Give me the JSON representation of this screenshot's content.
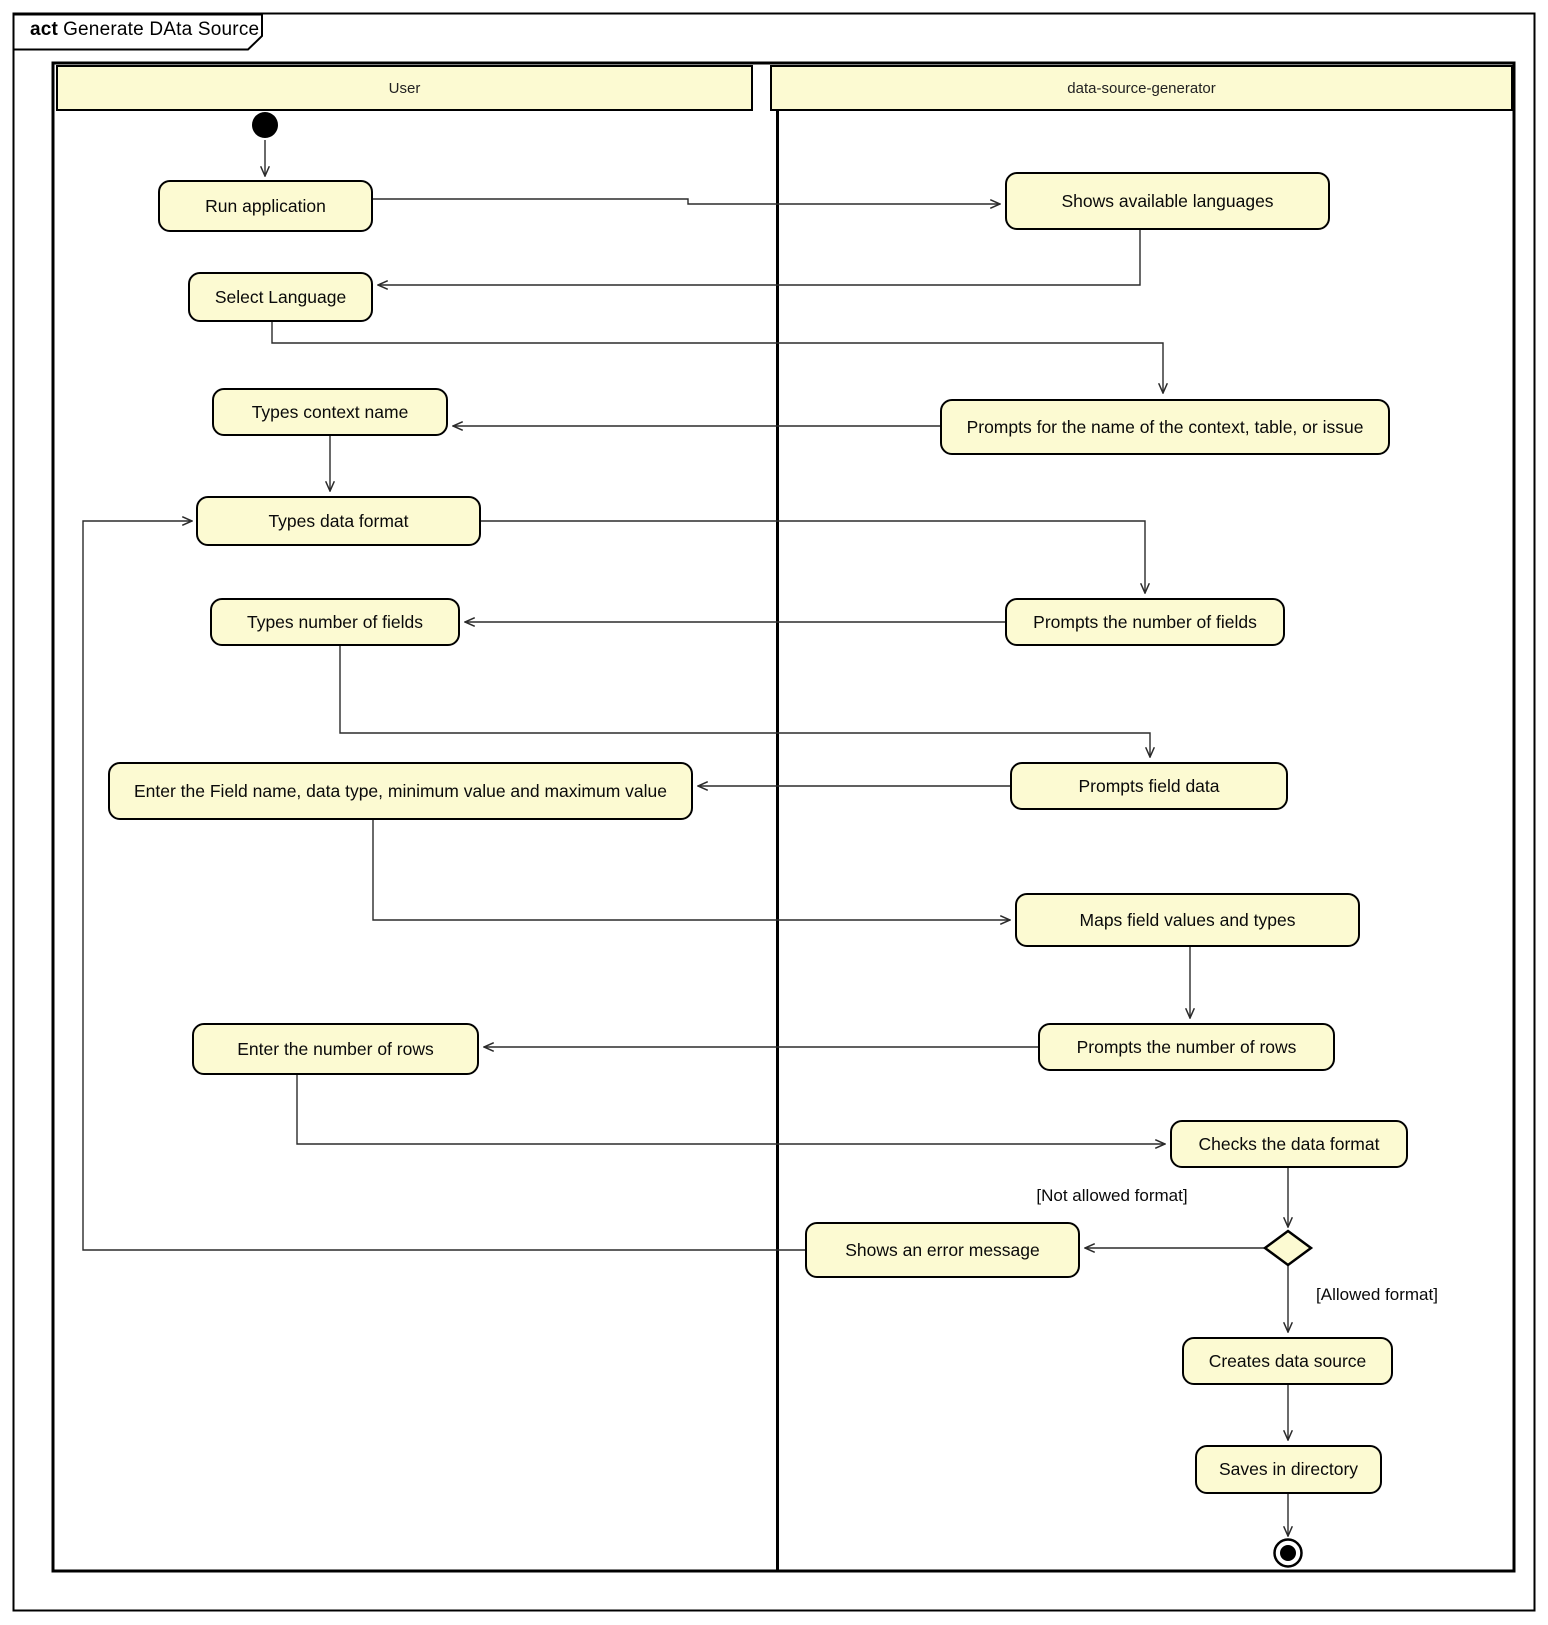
{
  "diagram": {
    "type": "uml-activity-diagram",
    "tab_keyword": "act",
    "tab_title": "Generate DAta Source"
  },
  "lanes": {
    "user": {
      "label": "User"
    },
    "generator": {
      "label": "data-source-generator"
    }
  },
  "nodes": {
    "run_application": "Run application",
    "shows_available_languages": "Shows available languages",
    "select_language": "Select Language",
    "types_context_name": "Types context name",
    "prompts_name_context": "Prompts for the name of the context, table, or issue",
    "types_data_format": "Types data format",
    "prompts_number_fields": "Prompts the number of fields",
    "types_number_fields": "Types number of fields",
    "enter_field_name": "Enter the Field name, data type, minimum value and maximum value",
    "prompts_field_data": "Prompts field data",
    "maps_field_values": "Maps field values and types",
    "prompts_number_rows": "Prompts the number of rows",
    "enter_number_rows": "Enter the number of rows",
    "checks_data_format": "Checks the data format",
    "shows_error_message": "Shows an error message",
    "creates_data_source": "Creates data source",
    "saves_in_directory": "Saves in directory"
  },
  "guards": {
    "not_allowed": "[Not allowed format]",
    "allowed": "[Allowed format]"
  },
  "edges": [
    {
      "from": "initial",
      "to": "run_application"
    },
    {
      "from": "run_application",
      "to": "shows_available_languages"
    },
    {
      "from": "shows_available_languages",
      "to": "select_language"
    },
    {
      "from": "select_language",
      "to": "prompts_name_context"
    },
    {
      "from": "prompts_name_context",
      "to": "types_context_name"
    },
    {
      "from": "types_context_name",
      "to": "types_data_format"
    },
    {
      "from": "types_data_format",
      "to": "prompts_number_fields"
    },
    {
      "from": "prompts_number_fields",
      "to": "types_number_fields"
    },
    {
      "from": "types_number_fields",
      "to": "prompts_field_data"
    },
    {
      "from": "prompts_field_data",
      "to": "enter_field_name"
    },
    {
      "from": "enter_field_name",
      "to": "maps_field_values"
    },
    {
      "from": "maps_field_values",
      "to": "prompts_number_rows"
    },
    {
      "from": "prompts_number_rows",
      "to": "enter_number_rows"
    },
    {
      "from": "enter_number_rows",
      "to": "checks_data_format"
    },
    {
      "from": "checks_data_format",
      "to": "decision"
    },
    {
      "from": "decision",
      "to": "shows_error_message",
      "guard": "[Not allowed format]"
    },
    {
      "from": "shows_error_message",
      "to": "types_data_format"
    },
    {
      "from": "decision",
      "to": "creates_data_source",
      "guard": "[Allowed format]"
    },
    {
      "from": "creates_data_source",
      "to": "saves_in_directory"
    },
    {
      "from": "saves_in_directory",
      "to": "final"
    }
  ],
  "colors": {
    "activity_fill": "#FCFAD2",
    "activity_border": "#000000",
    "edge": "#2B2B2B",
    "background": "#FFFFFF"
  }
}
